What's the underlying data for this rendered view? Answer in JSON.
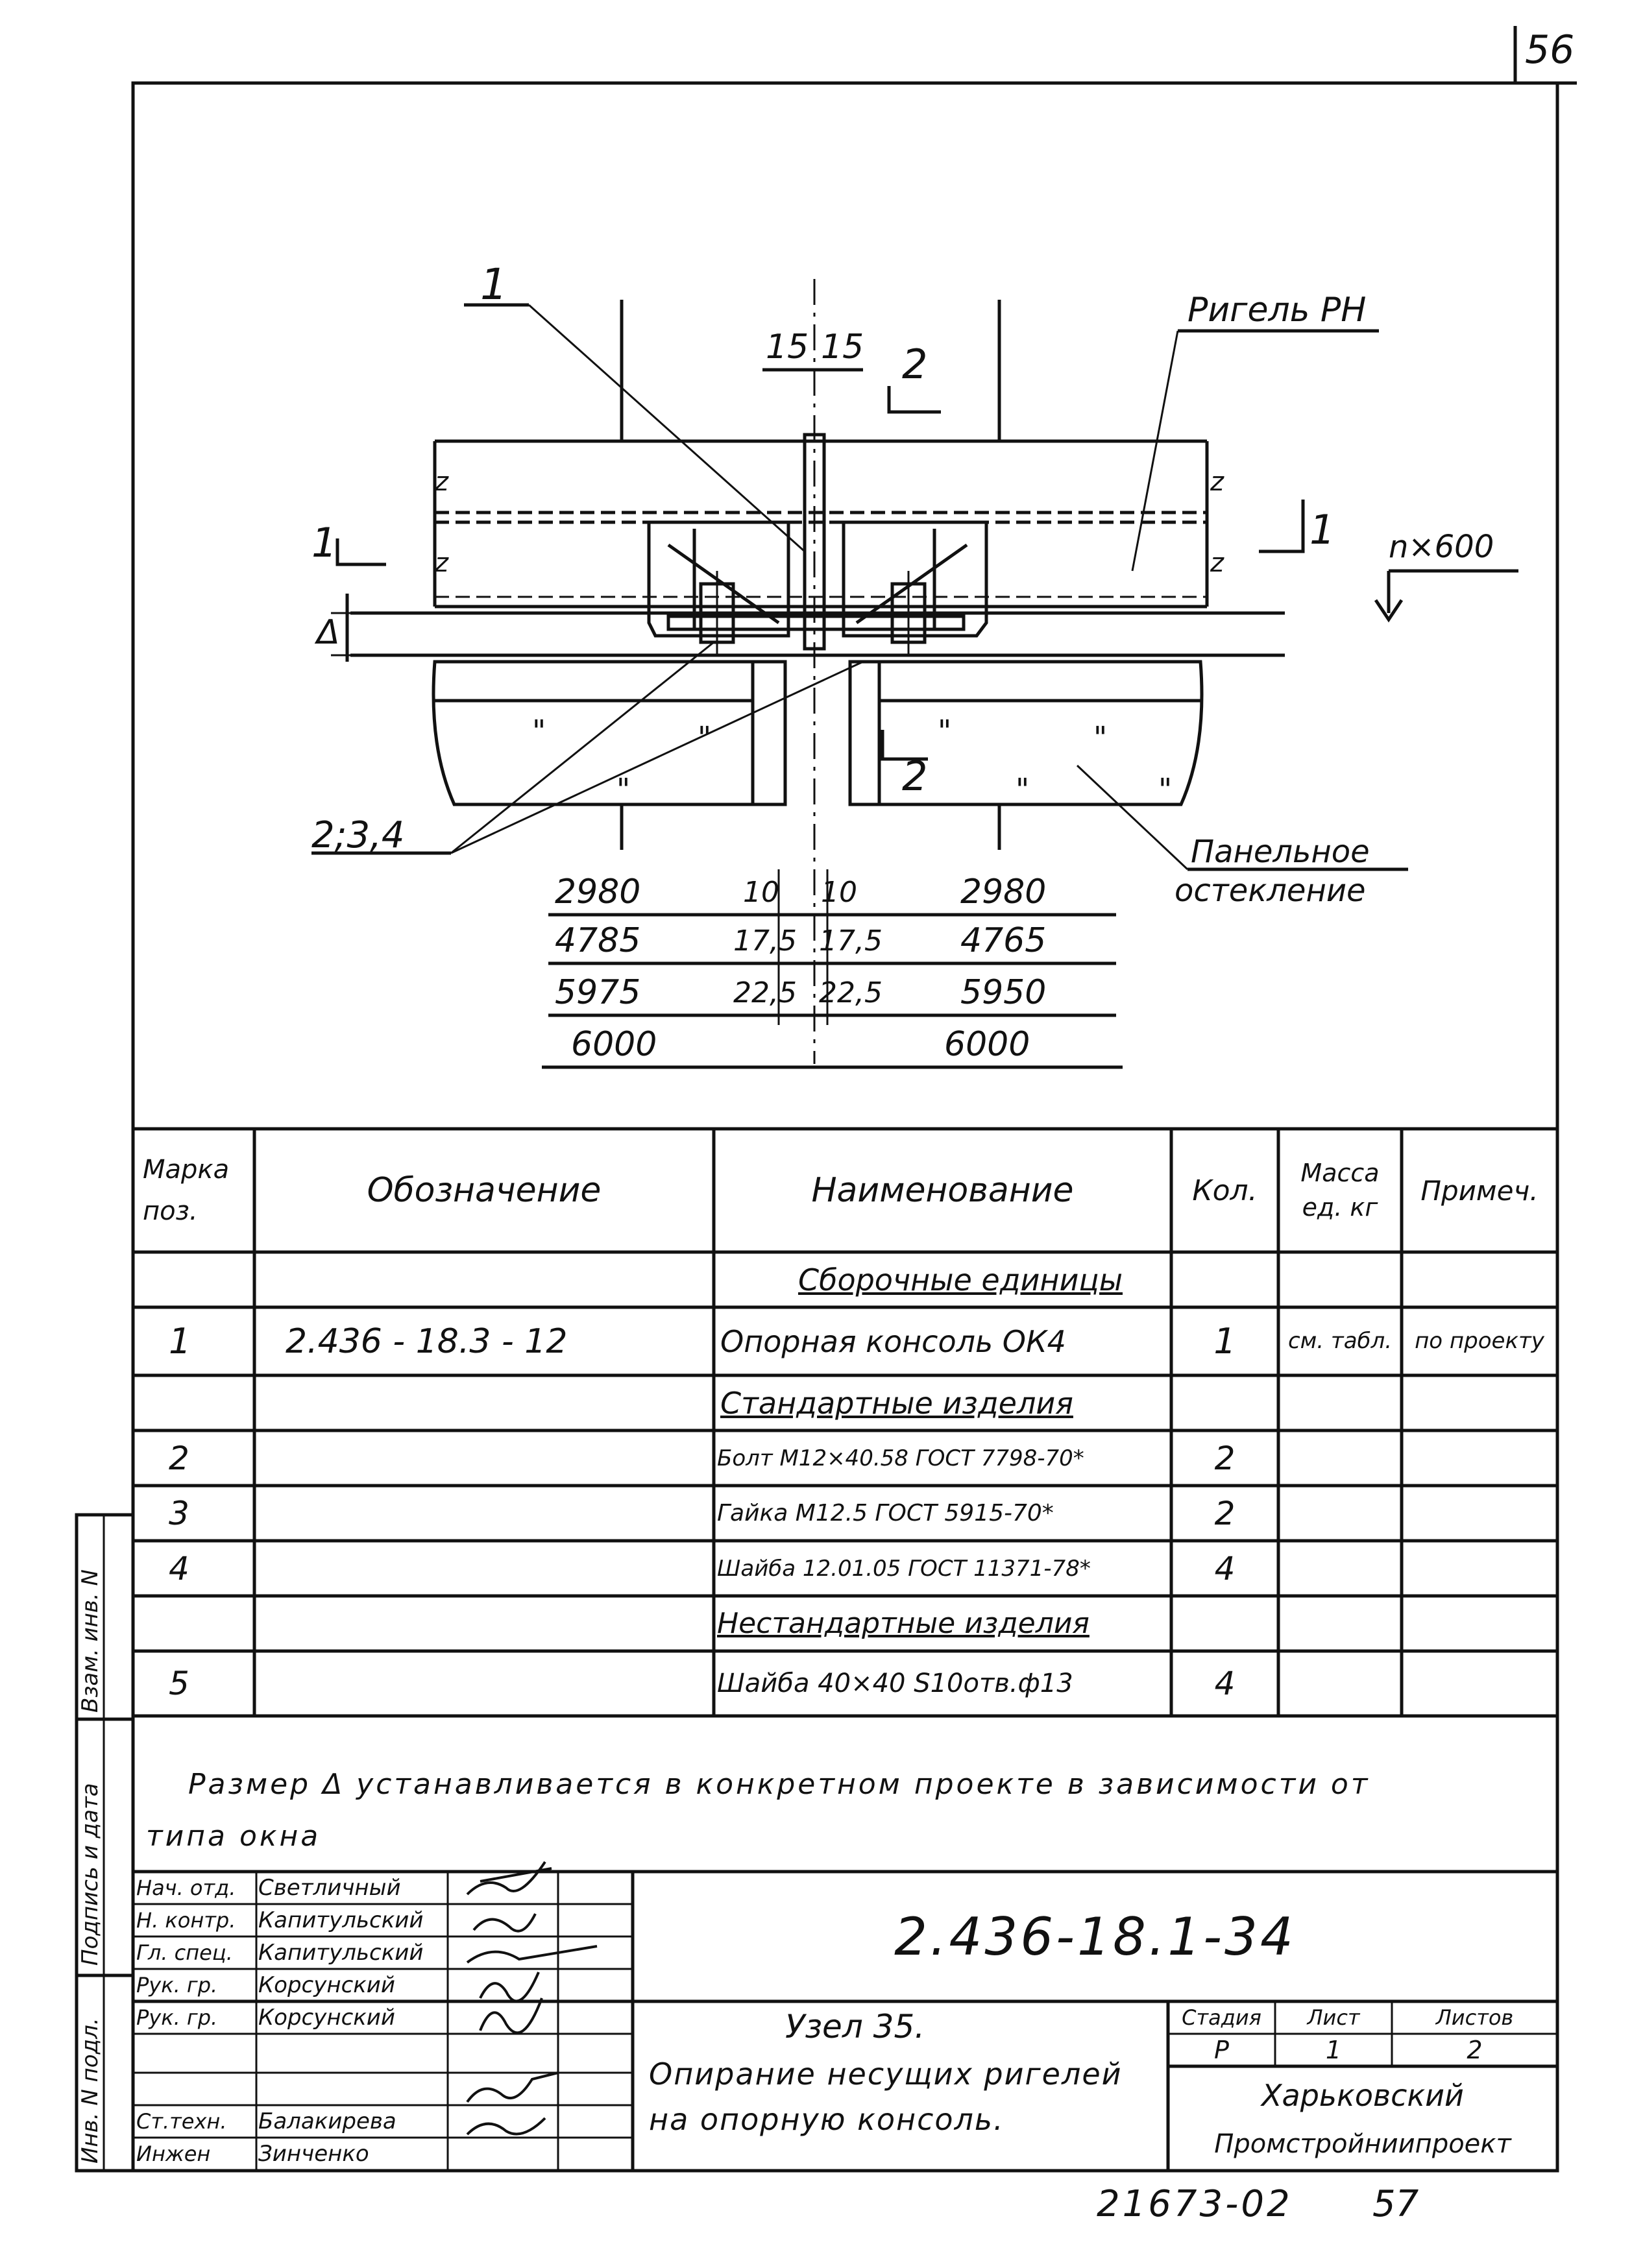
{
  "sheet_number": "56",
  "drawing": {
    "leader_1": "1",
    "section_1_left": "1",
    "section_1_right": "1",
    "section_2_top": "2",
    "section_2_bottom": "2",
    "dim_15_left": "15",
    "dim_15_right": "15",
    "rigel_label": "Ригель РН",
    "n600_label": "n×600",
    "delta_label": "Δ",
    "callout_234": "2;3,4",
    "panel_label_1": "Панельное",
    "panel_label_2": "остекление",
    "quote_mark": "\"",
    "weld_mark": "z"
  },
  "dimension_table": {
    "rows": [
      {
        "left": "2980",
        "g1": "10",
        "g2": "10",
        "right": "2980"
      },
      {
        "left": "4785",
        "g1": "17,5",
        "g2": "17,5",
        "right": "4765"
      },
      {
        "left": "5975",
        "g1": "22,5",
        "g2": "22,5",
        "right": "5950"
      },
      {
        "left": "6000",
        "g1": "",
        "g2": "",
        "right": "6000"
      }
    ]
  },
  "spec_table": {
    "headers": {
      "mark": "Марка поз.",
      "designation": "Обозначение",
      "name": "Наименование",
      "qty": "Кол.",
      "mass": "Масса ед. кг",
      "note": "Примеч."
    },
    "rows": [
      {
        "mark": "",
        "designation": "",
        "name": "Сборочные единицы",
        "qty": "",
        "mass": "",
        "note": "",
        "underline": true
      },
      {
        "mark": "1",
        "designation": "2.436 - 18.3 - 12",
        "name": "Опорная консоль ОК4",
        "qty": "1",
        "mass": "см. табл.",
        "note": "по проекту",
        "underline": false
      },
      {
        "mark": "",
        "designation": "",
        "name": "Стандартные изделия",
        "qty": "",
        "mass": "",
        "note": "",
        "underline": true
      },
      {
        "mark": "2",
        "designation": "",
        "name": "Болт М12×40.58 ГОСТ 7798-70*",
        "qty": "2",
        "mass": "",
        "note": "",
        "underline": false
      },
      {
        "mark": "3",
        "designation": "",
        "name": "Гайка М12.5 ГОСТ 5915-70*",
        "qty": "2",
        "mass": "",
        "note": "",
        "underline": false
      },
      {
        "mark": "4",
        "designation": "",
        "name": "Шайба 12.01.05 ГОСТ 11371-78*",
        "qty": "4",
        "mass": "",
        "note": "",
        "underline": false
      },
      {
        "mark": "",
        "designation": "",
        "name": "Нестандартные изделия",
        "qty": "",
        "mass": "",
        "note": "",
        "underline": true
      },
      {
        "mark": "5",
        "designation": "",
        "name": "Шайба 40×40 S10отв.ф13",
        "qty": "4",
        "mass": "",
        "note": "",
        "underline": false
      }
    ]
  },
  "note_line_1": "Размер Δ устанавливается в конкретном проекте в зависимости от",
  "note_line_2": "типа окна",
  "title_block": {
    "doc_code": "2.436-18.1-34",
    "signatures": [
      {
        "role": "Нач. отд.",
        "name": "Светличный"
      },
      {
        "role": "Н. контр.",
        "name": "Капитульский"
      },
      {
        "role": "Гл. спец.",
        "name": "Капитульский"
      },
      {
        "role": "Рук. гр.",
        "name": "Корсунский"
      },
      {
        "role": "Рук. гр.",
        "name": "Корсунский"
      },
      {
        "role": "",
        "name": ""
      },
      {
        "role": "Ст.техн.",
        "name": "Балакирева"
      },
      {
        "role": "Инжен",
        "name": "Зинченко"
      }
    ],
    "title_1": "Узел 35.",
    "title_2": "Опирание несущих ригелей",
    "title_3": "на опорную консоль.",
    "stage_header": "Стадия",
    "sheet_header": "Лист",
    "sheets_header": "Листов",
    "stage_value": "Р",
    "sheet_value": "1",
    "sheets_value": "2",
    "org_1": "Харьковский",
    "org_2": "Промстройниипроект"
  },
  "side_stamp": {
    "box_1": "Взам. инв. N",
    "box_2": "Подпись и дата",
    "box_3": "Инв. N подл."
  },
  "bottom_code": "21673-02",
  "bottom_page": "57"
}
